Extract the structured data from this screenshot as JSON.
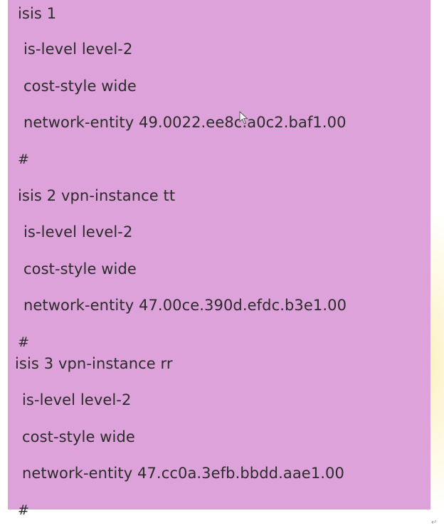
{
  "lines": [
    "isis 1",
    "is-level level-2",
    "cost-style wide",
    "network-entity 49.0022.ee8c.a0c2.baf1.00",
    "#",
    "isis 2 vpn-instance tt",
    "is-level level-2",
    "cost-style wide",
    "network-entity 47.00ce.390d.efdc.b3e1.00",
    "#",
    "isis 3 vpn-instance rr",
    "is-level level-2",
    "cost-style wide",
    "network-entity 47.cc0a.3efb.bbdd.aae1.00",
    "#"
  ],
  "icons": {
    "cursor": "mouse-pointer-icon",
    "paragraph": "return-mark-icon"
  },
  "colors": {
    "highlight": "#dda2d9",
    "text": "#2b2b2b",
    "watermark": "#f6e896"
  },
  "return_mark": "↵"
}
